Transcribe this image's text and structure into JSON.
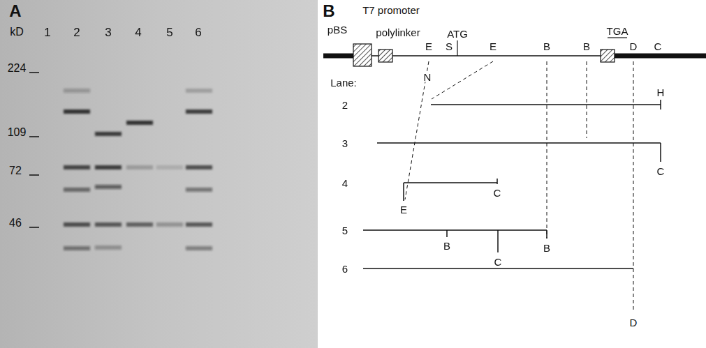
{
  "diagram": {
    "labels": [
      "A",
      "kD",
      "1",
      "2",
      "3",
      "4",
      "5",
      "6",
      "224",
      "109",
      "72",
      "46",
      "B",
      "pBS",
      "T7 promoter",
      "polylinker",
      "ATG",
      "TGA",
      "E",
      "S",
      "E",
      "B",
      "B",
      "D",
      "C",
      "N",
      "H",
      "Lane:",
      "2",
      "3",
      "4",
      "5",
      "6",
      "C",
      "E",
      "C",
      "B",
      "C",
      "B",
      "D"
    ]
  }
}
